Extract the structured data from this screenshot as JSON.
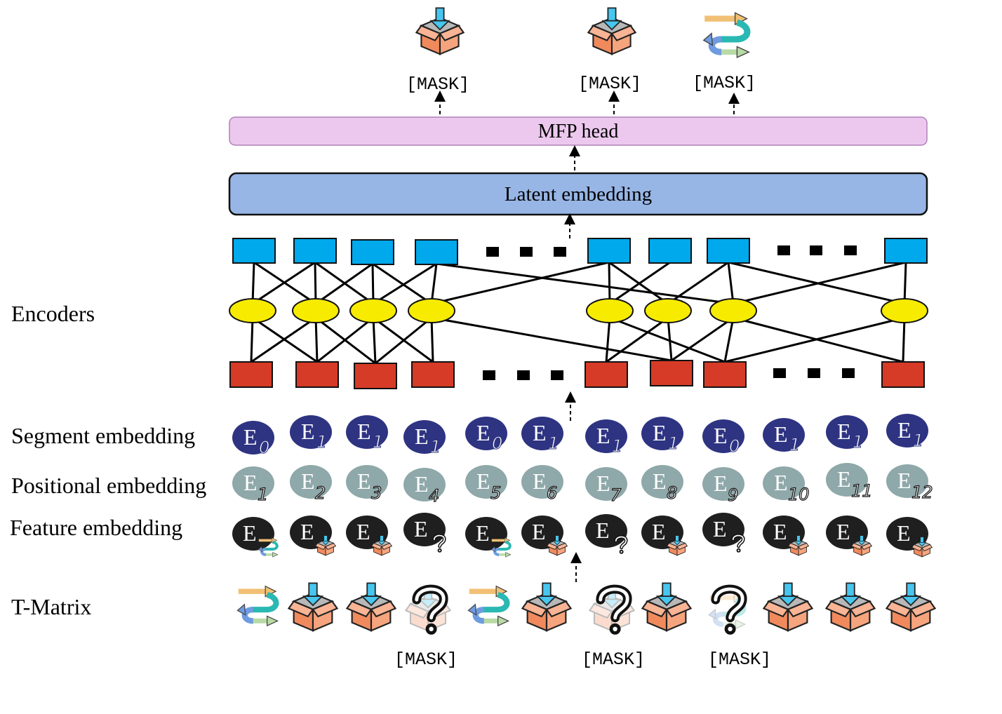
{
  "labels": {
    "encoders": "Encoders",
    "segment": "Segment embedding",
    "positional": "Positional embedding",
    "feature": "Feature embedding",
    "tmatrix": "T-Matrix"
  },
  "mfp_head": "MFP head",
  "latent": "Latent embedding",
  "mask_token": "[MASK]",
  "top_outputs": [
    {
      "icon": "box-icon",
      "label": "[MASK]"
    },
    {
      "icon": "box-icon",
      "label": "[MASK]"
    },
    {
      "icon": "flow-icon",
      "label": "[MASK]"
    }
  ],
  "segment_sub": [
    "0",
    "1",
    "1",
    "1",
    "0",
    "1",
    "1",
    "1",
    "0",
    "1",
    "1",
    "1"
  ],
  "positional_sub": [
    "1",
    "2",
    "3",
    "4",
    "5",
    "6",
    "7",
    "8",
    "9",
    "10",
    "11",
    "12"
  ],
  "feature_icons": [
    "flow",
    "box",
    "box",
    "question",
    "flow",
    "box",
    "question",
    "box",
    "question",
    "box",
    "box",
    "box"
  ],
  "tmatrix_icons": [
    "flow",
    "box",
    "box",
    "question-box",
    "flow",
    "box",
    "question-box",
    "box",
    "question-flow",
    "box",
    "box",
    "box"
  ],
  "tmatrix_masks": [
    "[MASK]",
    "[MASK]",
    "[MASK]"
  ],
  "colors": {
    "segment": "#2e3482",
    "positional": "#8fa8aa",
    "feature": "#1f1f1f",
    "top_rect": "#00a8ec",
    "bottom_rect": "#d63b27",
    "node": "#f7ec00",
    "latent": "#97b6e6",
    "mfp": "#ecc8ee",
    "box_orange": "#f4926a"
  }
}
